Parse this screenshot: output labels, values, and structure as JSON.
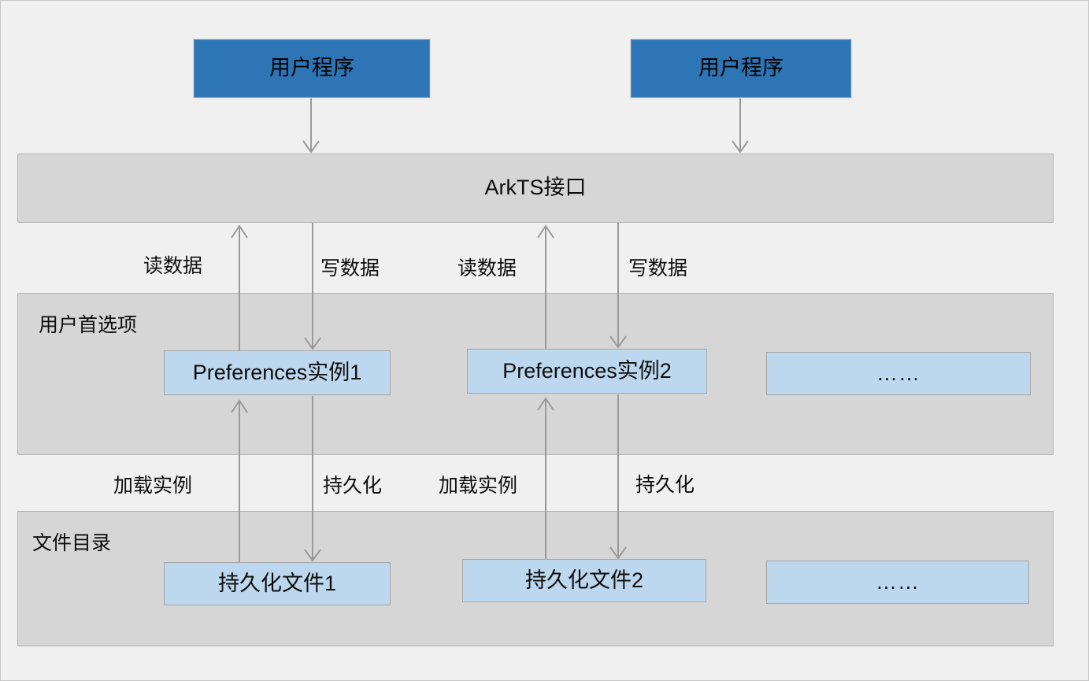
{
  "diagram": {
    "title": "ArkTS Preferences 架构图",
    "colors": {
      "canvas_bg": "#f0f0f0",
      "band_bg": "#d6d6d6",
      "band_border": "#b3b3b3",
      "blue_node": "#2e75b6",
      "lightblue_node": "#bdd7ee",
      "node_border": "#a6a6a6",
      "connector": "#9a9a9a",
      "text": "#0d0d0d"
    },
    "app_nodes": [
      {
        "label": "用户程序"
      },
      {
        "label": "用户程序"
      }
    ],
    "interface_bar": {
      "label": "ArkTS接口"
    },
    "interface_arrow_labels": [
      {
        "label": "读数据"
      },
      {
        "label": "写数据"
      },
      {
        "label": "读数据"
      },
      {
        "label": "写数据"
      }
    ],
    "preferences_band": {
      "title": "用户首选项",
      "nodes": [
        {
          "label": "Preferences实例1"
        },
        {
          "label": "Preferences实例2"
        },
        {
          "label": "……"
        }
      ]
    },
    "persist_arrow_labels": [
      {
        "label": "加载实例"
      },
      {
        "label": "持久化"
      },
      {
        "label": "加载实例"
      },
      {
        "label": "持久化"
      }
    ],
    "file_band": {
      "title": "文件目录",
      "nodes": [
        {
          "label": "持久化文件1"
        },
        {
          "label": "持久化文件2"
        },
        {
          "label": "……"
        }
      ]
    }
  }
}
